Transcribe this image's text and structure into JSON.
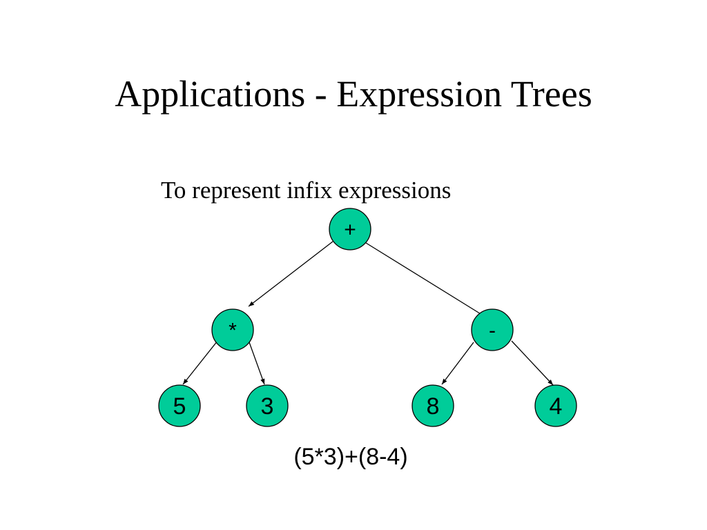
{
  "slide": {
    "title": "Applications - Expression Trees",
    "subtitle": "To represent infix expressions",
    "expression": "(5*3)+(8-4)"
  },
  "tree": {
    "node_color": "#00CC99",
    "outline_color": "#000000",
    "nodes": [
      {
        "id": "root",
        "label": "+"
      },
      {
        "id": "mul",
        "label": "*"
      },
      {
        "id": "sub",
        "label": "-"
      },
      {
        "id": "n5",
        "label": "5"
      },
      {
        "id": "n3",
        "label": "3"
      },
      {
        "id": "n8",
        "label": "8"
      },
      {
        "id": "n4",
        "label": "4"
      }
    ],
    "edges": [
      {
        "from": "root",
        "to": "mul"
      },
      {
        "from": "root",
        "to": "sub"
      },
      {
        "from": "mul",
        "to": "n5"
      },
      {
        "from": "mul",
        "to": "n3"
      },
      {
        "from": "sub",
        "to": "n8"
      },
      {
        "from": "sub",
        "to": "n4"
      }
    ]
  }
}
